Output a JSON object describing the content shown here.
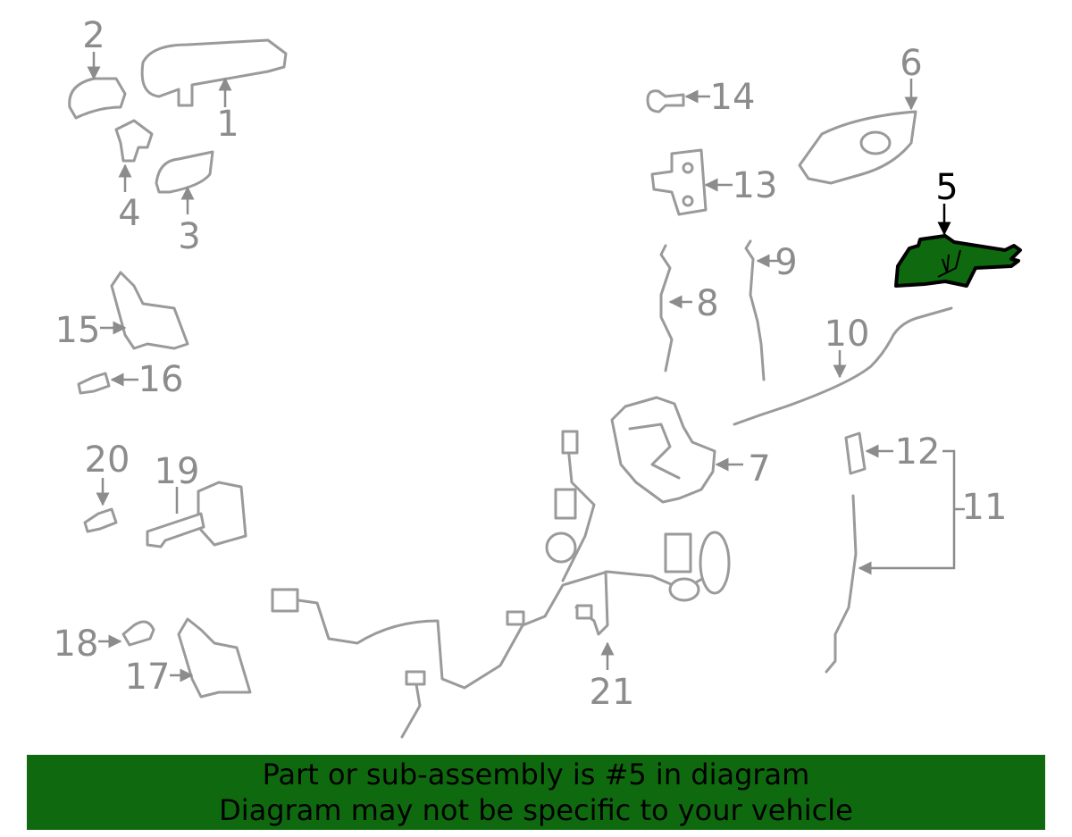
{
  "diagram": {
    "highlight_color": "#0f6a0f",
    "selected_part": "5",
    "callouts": {
      "p1": "1",
      "p2": "2",
      "p3": "3",
      "p4": "4",
      "p5": "5",
      "p6": "6",
      "p7": "7",
      "p8": "8",
      "p9": "9",
      "p10": "10",
      "p11": "11",
      "p12": "12",
      "p13": "13",
      "p14": "14",
      "p15": "15",
      "p16": "16",
      "p17": "17",
      "p18": "18",
      "p19": "19",
      "p20": "20",
      "p21": "21"
    }
  },
  "banner": {
    "line1": "Part or sub-assembly is #5 in diagram",
    "line2": "Diagram may not be specific to your vehicle",
    "color": "#0f6a0f"
  }
}
